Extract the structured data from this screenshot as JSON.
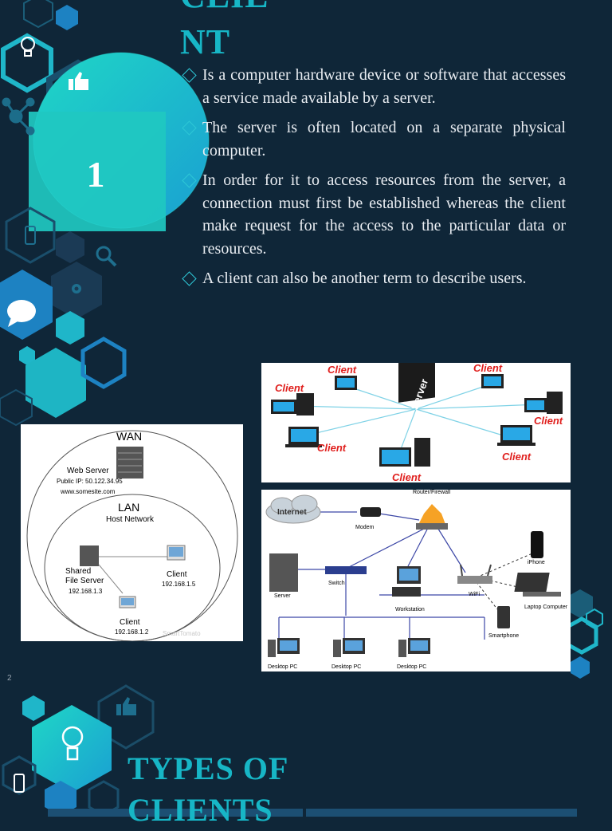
{
  "slide": {
    "title_line1": "CLIE",
    "title_line2": "NT",
    "number": "1",
    "bullets": [
      "Is a computer hardware device or software that accesses a service made available by a server.",
      "The server is often located on a separate physical computer.",
      "In order for it to access resources from the server, a connection must first be established whereas the client make request for the access to the particular data or resources.",
      "A client can also be another term to describe users."
    ],
    "page_number": "2"
  },
  "next_slide": {
    "title_line1": "TYPES OF",
    "title_line2": "CLIENTS"
  },
  "wan_diagram": {
    "wan_label": "WAN",
    "web_server": "Web Server",
    "public_ip": "Public IP: 50.122.34.95",
    "site": "www.somesite.com",
    "lan_label": "LAN",
    "host_network": "Host Network",
    "shared_file_server": "Shared",
    "file_server": "File Server",
    "file_server_ip": "192.168.1.3",
    "client_a": "Client",
    "client_a_ip": "192.168.1.5",
    "client_b": "Client",
    "client_b_ip": "192.168.1.2",
    "watermark": "SmartTomato"
  },
  "server_diagram": {
    "server_label": "Server",
    "clients": [
      "Client",
      "Client",
      "Client",
      "Client",
      "Client",
      "Client",
      "Client"
    ]
  },
  "network_diagram": {
    "internet": "Internet",
    "modem": "Modem",
    "router": "Router/Firewall",
    "server": "Server",
    "switch": "Switch",
    "workstation": "Workstation",
    "wifi": "WiFi",
    "iphone": "iPhone",
    "laptop": "Laptop Computer",
    "smartphone": "Smartphone",
    "desktops": [
      "Desktop PC",
      "Desktop PC",
      "Desktop PC"
    ]
  },
  "colors": {
    "background": "#0f2638",
    "accent": "#17b6c6",
    "text": "#e9edf2"
  }
}
